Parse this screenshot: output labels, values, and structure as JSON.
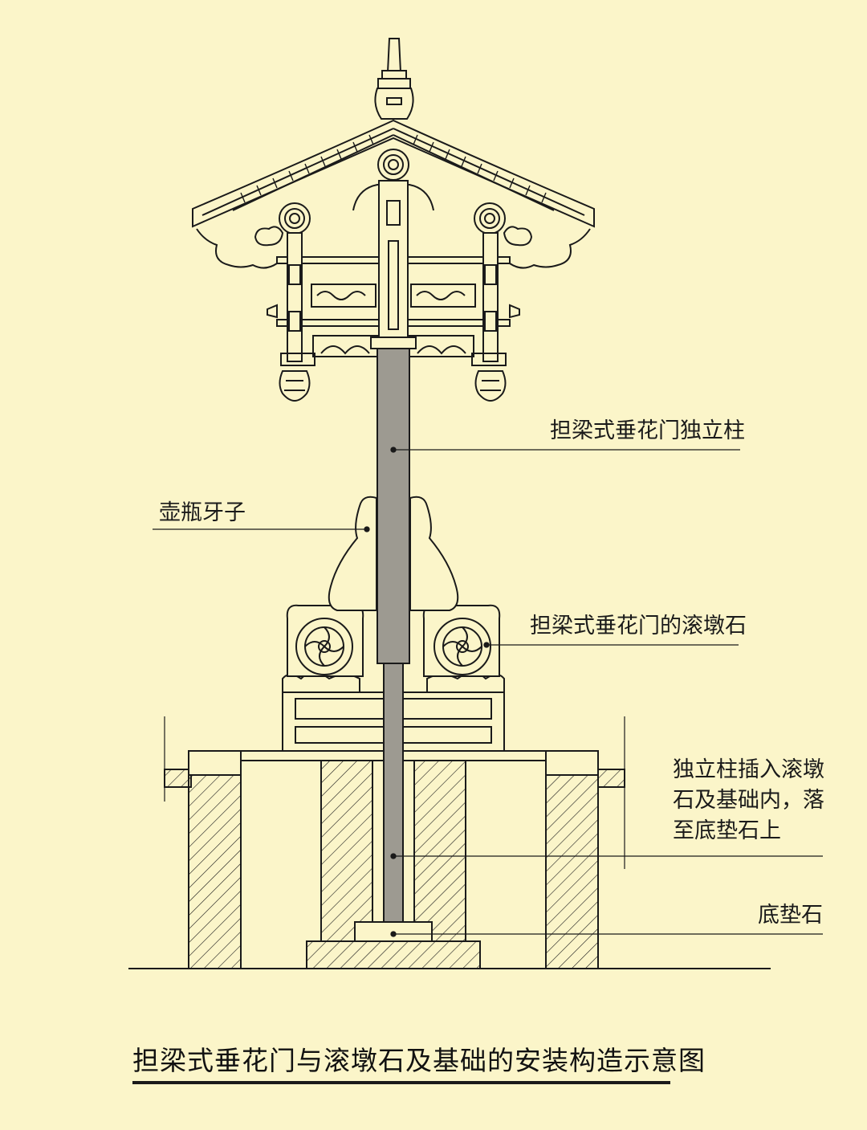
{
  "labels": {
    "column": "担梁式垂花门独立柱",
    "bracket": "壶瓶牙子",
    "drum_stone": "担梁式垂花门的滚墩石",
    "insertion_note": "独立柱插入滚墩石及基础内，落至底垫石上",
    "base_stone": "底垫石"
  },
  "title": "担梁式垂花门与滚墩石及基础的安装构造示意图",
  "colors": {
    "background": "#fbf5c9",
    "line": "#1a1a1a",
    "column_fill": "#9d9a91",
    "hatch": "#1a1a1a"
  }
}
